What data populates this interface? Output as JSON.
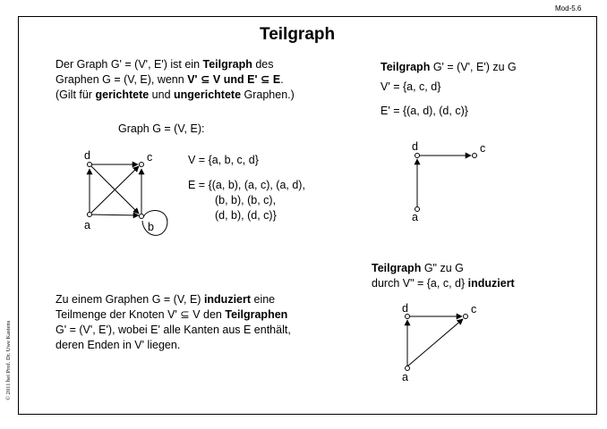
{
  "slide_id": "Mod-5.6",
  "title": "Teilgraph",
  "copyright": "© 2011 bei Prof. Dr. Uwe Kastens",
  "def": {
    "l1_a": "Der Graph G' = (V', E') ist ein ",
    "l1_b": "Teilgraph",
    "l1_c": " des",
    "l2_a": "Graphen G = (V, E), wenn ",
    "l2_b": "V' ⊆ V und E' ⊆ E",
    "l2_c": ".",
    "l3_a": "(Gilt für ",
    "l3_b": "gerichtete",
    "l3_c": " und ",
    "l3_d": "ungerichtete",
    "l3_e": " Graphen.)"
  },
  "graph_g": {
    "caption": "Graph G = (V, E):",
    "v": "V = {a, b, c, d}",
    "e1": "E = {(a, b), (a, c), (a, d),",
    "e2": "(b, b), (b, c),",
    "e3": "(d, b), (d, c)}",
    "nodes": {
      "a": "a",
      "b": "b",
      "c": "c",
      "d": "d"
    }
  },
  "sub1": {
    "head_b": "Teilgraph",
    "head_rest": " G' = (V', E') zu G",
    "v": "V' = {a, c, d}",
    "e": "E' = {(a, d), (d, c)}",
    "nodes": {
      "a": "a",
      "c": "c",
      "d": "d"
    }
  },
  "sub2": {
    "l1_b": "Teilgraph",
    "l1_rest": " G\" zu G",
    "l2_a": "durch V\" = {a, c, d} ",
    "l2_b": "induziert",
    "nodes": {
      "a": "a",
      "c": "c",
      "d": "d"
    }
  },
  "induced": {
    "l1_a": "Zu einem Graphen G = (V, E) ",
    "l1_b": "induziert",
    "l1_c": " eine",
    "l2_a": "Teilmenge der Knoten V' ⊆ V den ",
    "l2_b": "Teilgraphen",
    "l3": "G' = (V', E'), wobei E' alle Kanten aus E enthält,",
    "l4": "deren Enden in V' liegen."
  }
}
